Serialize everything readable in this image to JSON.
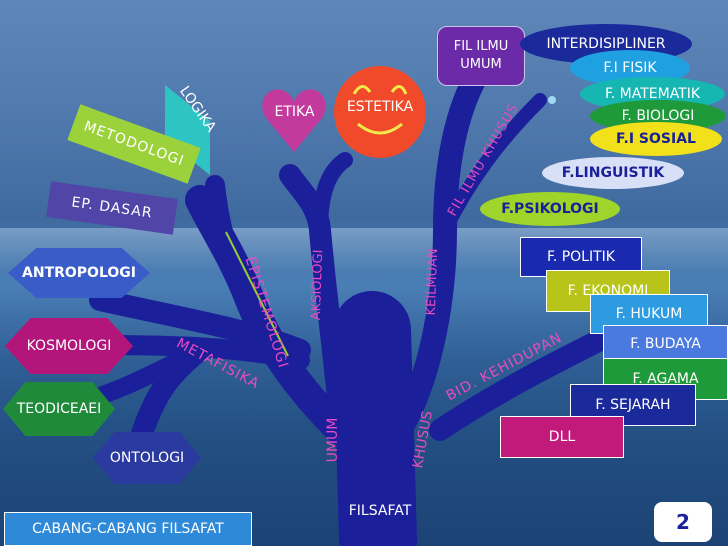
{
  "colors": {
    "trunk": "#1b1f9a",
    "note_box_red": "#e03a3a",
    "pink": "#b3167a",
    "teal": "#2ec4c4",
    "purple": "#5146a8"
  },
  "root": {
    "label": "FILSAFAT"
  },
  "trunk_labels": {
    "umum": "UMUM",
    "khusus": "KHUSUS",
    "metafisika": "METAFISIKA",
    "epistemologi": "EPISTEMOLOGI",
    "aksiologi": "AKSIOLOGI",
    "keilmuan": "KEILMUAN",
    "bid_kehidupan": "BID. KEHIDUPAN",
    "fil_ilmu_khusus": "FIL ILMU KHUSUS"
  },
  "left": {
    "logika": "LOGIKA",
    "metodologi": "METODOLOGI",
    "ep_dasar": "EP. DASAR",
    "antropologi": "ANTROPOLOGI",
    "kosmologi": "KOSMOLOGI",
    "teodiceae": "TEODICEAEI",
    "ontologi": "ONTOLOGI"
  },
  "top": {
    "etika": "ETIKA",
    "estetika": "ESTETIKA",
    "fil_ilmu_umum": "FIL ILMU UMUM"
  },
  "sciences": [
    "INTERDISIPLINER",
    "F.I FISIK",
    "F. MATEMATIK",
    "F. BIOLOGI",
    "F.I SOSIAL",
    "F.LINGUISTIK",
    "F.PSIKOLOGI"
  ],
  "life": [
    "F. POLITIK",
    "F. EKONOMI",
    "F. HUKUM",
    "F. BUDAYA",
    "F. AGAMA",
    "F. SEJARAH",
    "DLL"
  ],
  "footer": {
    "caption": "CABANG-CABANG FILSAFAT",
    "page_number": "2"
  }
}
